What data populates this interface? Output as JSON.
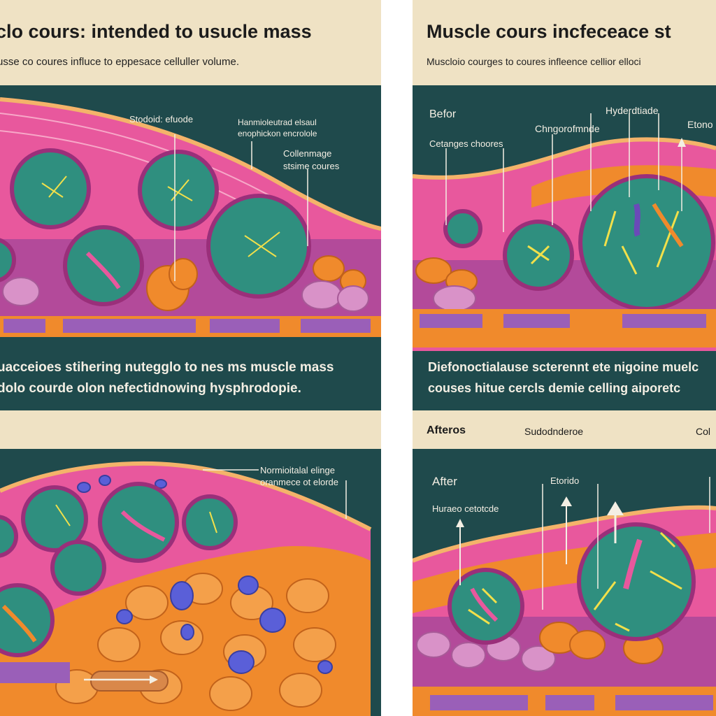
{
  "palette": {
    "teal_bg": "#1f4a4c",
    "header_bg": "#efe2c4",
    "cell_teal": "#2f8f7f",
    "pink_tissue": "#e8589d",
    "orange_fat": "#f08a2c",
    "purple_band": "#9a5fb8",
    "yellow_arrow": "#f2e04a"
  },
  "panels": {
    "top_left": {
      "title": "clo cours: intended to usucle mass",
      "subtitle": "usse co coures influce to eppesace celluller volume.",
      "labels": {
        "steroid": "Stodoid: efuode",
        "annotation_line1": "Hanmioleutrad elsaul",
        "annotation_line2": "enophickon encrolole",
        "coll_line1": "Collenmage",
        "coll_line2": "stsime coures"
      },
      "caption_line1": "uacceioes stihering nutegglo to nes ms muscle mass",
      "caption_line2": "dolo courde olon nefectidnowing hysphrodopie."
    },
    "top_right": {
      "title": "Muscle cours incfeceace st",
      "subtitle": "Muscloio courges to coures infleence cellior elloci",
      "labels": {
        "before": "Befor",
        "cetanges": "Cetanges choores",
        "hyder": "Hyderdtiade",
        "chong": "Chngorofmnde",
        "etono": "Etono"
      },
      "caption_line1": "Diefonoctialause scterennt ete nigoine muelc",
      "caption_line2": "couses hitue cercls demie celling aiporetc"
    },
    "bottom_left": {
      "labels": {
        "norm_line1": "Normioitalal elinge",
        "norm_line2": "oranmece ot elorde"
      }
    },
    "bottom_right": {
      "labels": {
        "afteros": "Afteros",
        "sudod": "Sudodnderoe",
        "col": "Col",
        "after": "After",
        "huraeo": "Huraeo cetotcde",
        "etorido": "Etorido"
      }
    }
  }
}
